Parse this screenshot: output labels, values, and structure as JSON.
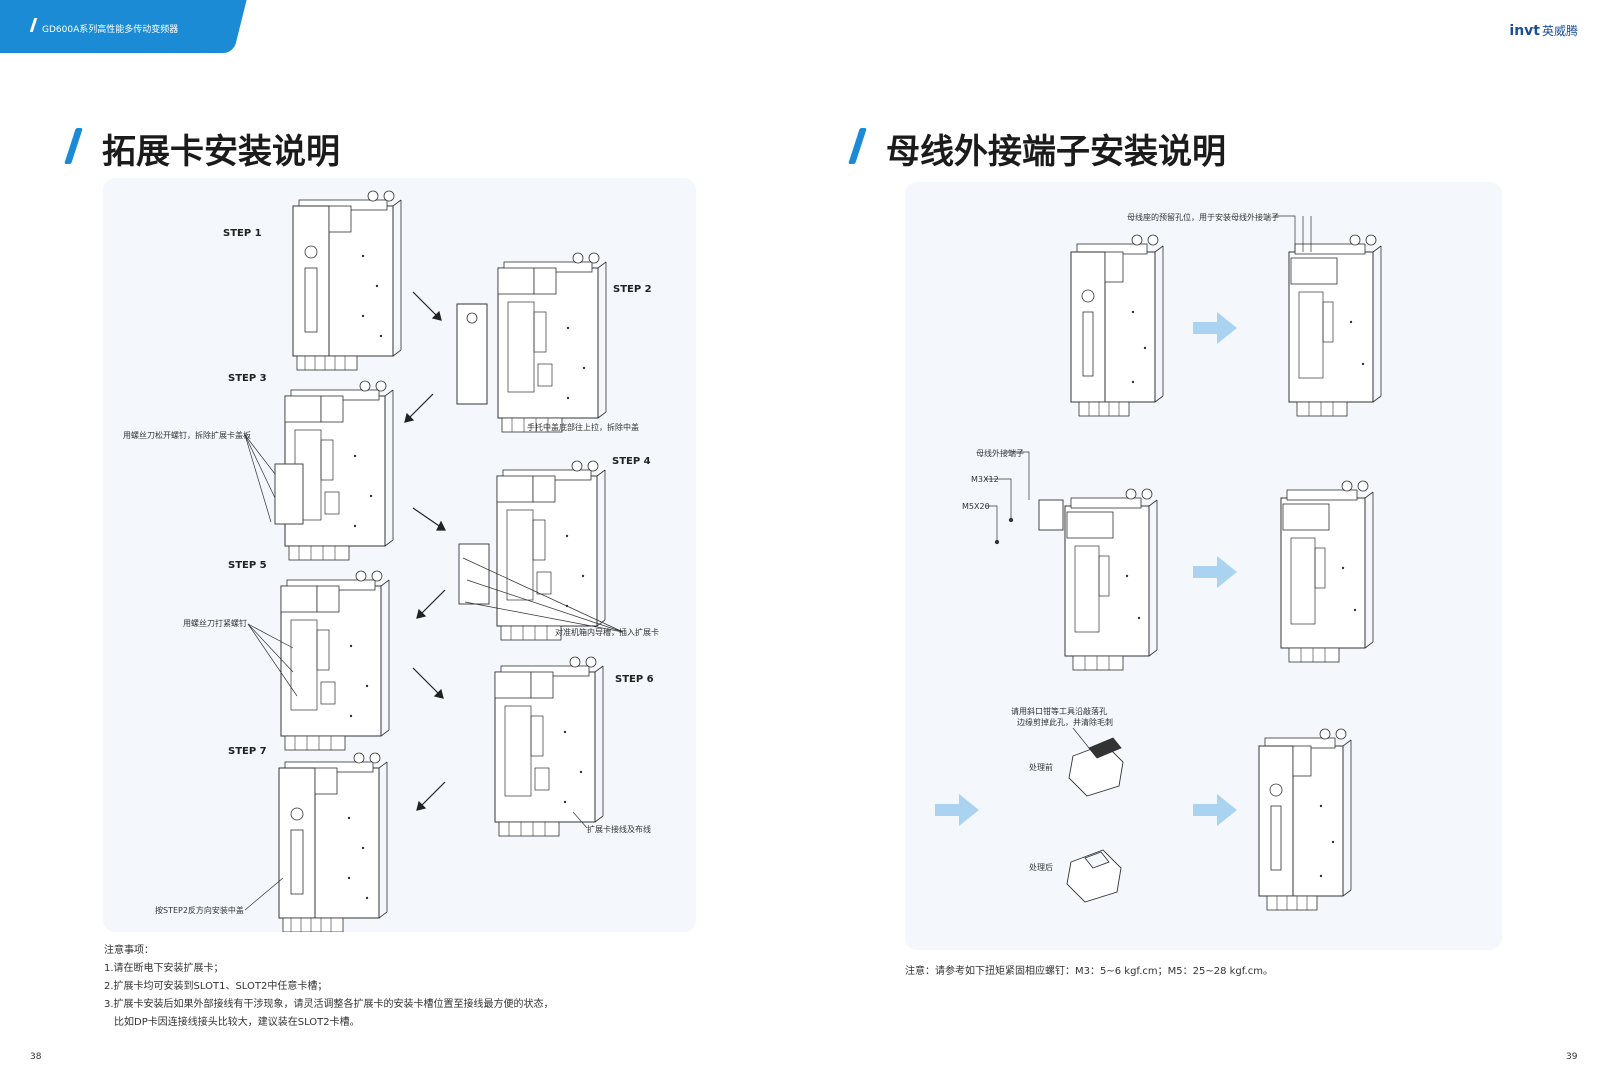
{
  "header": {
    "doc_title": "GD600A系列高性能多传动变频器",
    "logo_brand": "invt",
    "logo_cn": "英威腾"
  },
  "left": {
    "title": "拓展卡安装说明",
    "steps": [
      "STEP 1",
      "STEP 2",
      "STEP 3",
      "STEP 4",
      "STEP 5",
      "STEP 6",
      "STEP 7"
    ],
    "captions": {
      "step2": "手托中盖底部往上拉，拆除中盖",
      "step3": "用螺丝刀松开螺钉，拆除扩展卡盖板",
      "step4": "对准机箱内导槽，插入扩展卡",
      "step5": "用螺丝刀打紧螺钉",
      "step6": "扩展卡接线及布线",
      "step7": "按STEP2反方向安装中盖"
    },
    "notes": [
      "注意事项：",
      "1.请在断电下安装扩展卡；",
      "2.扩展卡均可安装到SLOT1、SLOT2中任意卡槽；",
      "3.扩展卡安装后如果外部接线有干涉现象，请灵活调整各扩展卡的安装卡槽位置至接线最方便的状态，",
      "比如DP卡因连接线接头比较大，建议装在SLOT2卡槽。"
    ]
  },
  "right": {
    "title": "母线外接端子安装说明",
    "captions": {
      "reserved_holes": "母线座的预留孔位，用于安装母线外接端子",
      "terminal": "母线外接端子",
      "m3": "M3X12",
      "m5": "M5X20",
      "cut_line1": "请用斜口钳等工具沿敲落孔",
      "cut_line2": "边缘剪掉此孔，并清除毛刺",
      "before": "处理前",
      "after": "处理后"
    },
    "note": "注意：请参考如下扭矩紧固相应螺钉：M3：5~6 kgf.cm；M5：25~28 kgf.cm。"
  },
  "pages": {
    "left": "38",
    "right": "39"
  },
  "colors": {
    "accent": "#1a8bd4",
    "arrow": "#a9d3f0",
    "panel": "#f4f8fc"
  }
}
